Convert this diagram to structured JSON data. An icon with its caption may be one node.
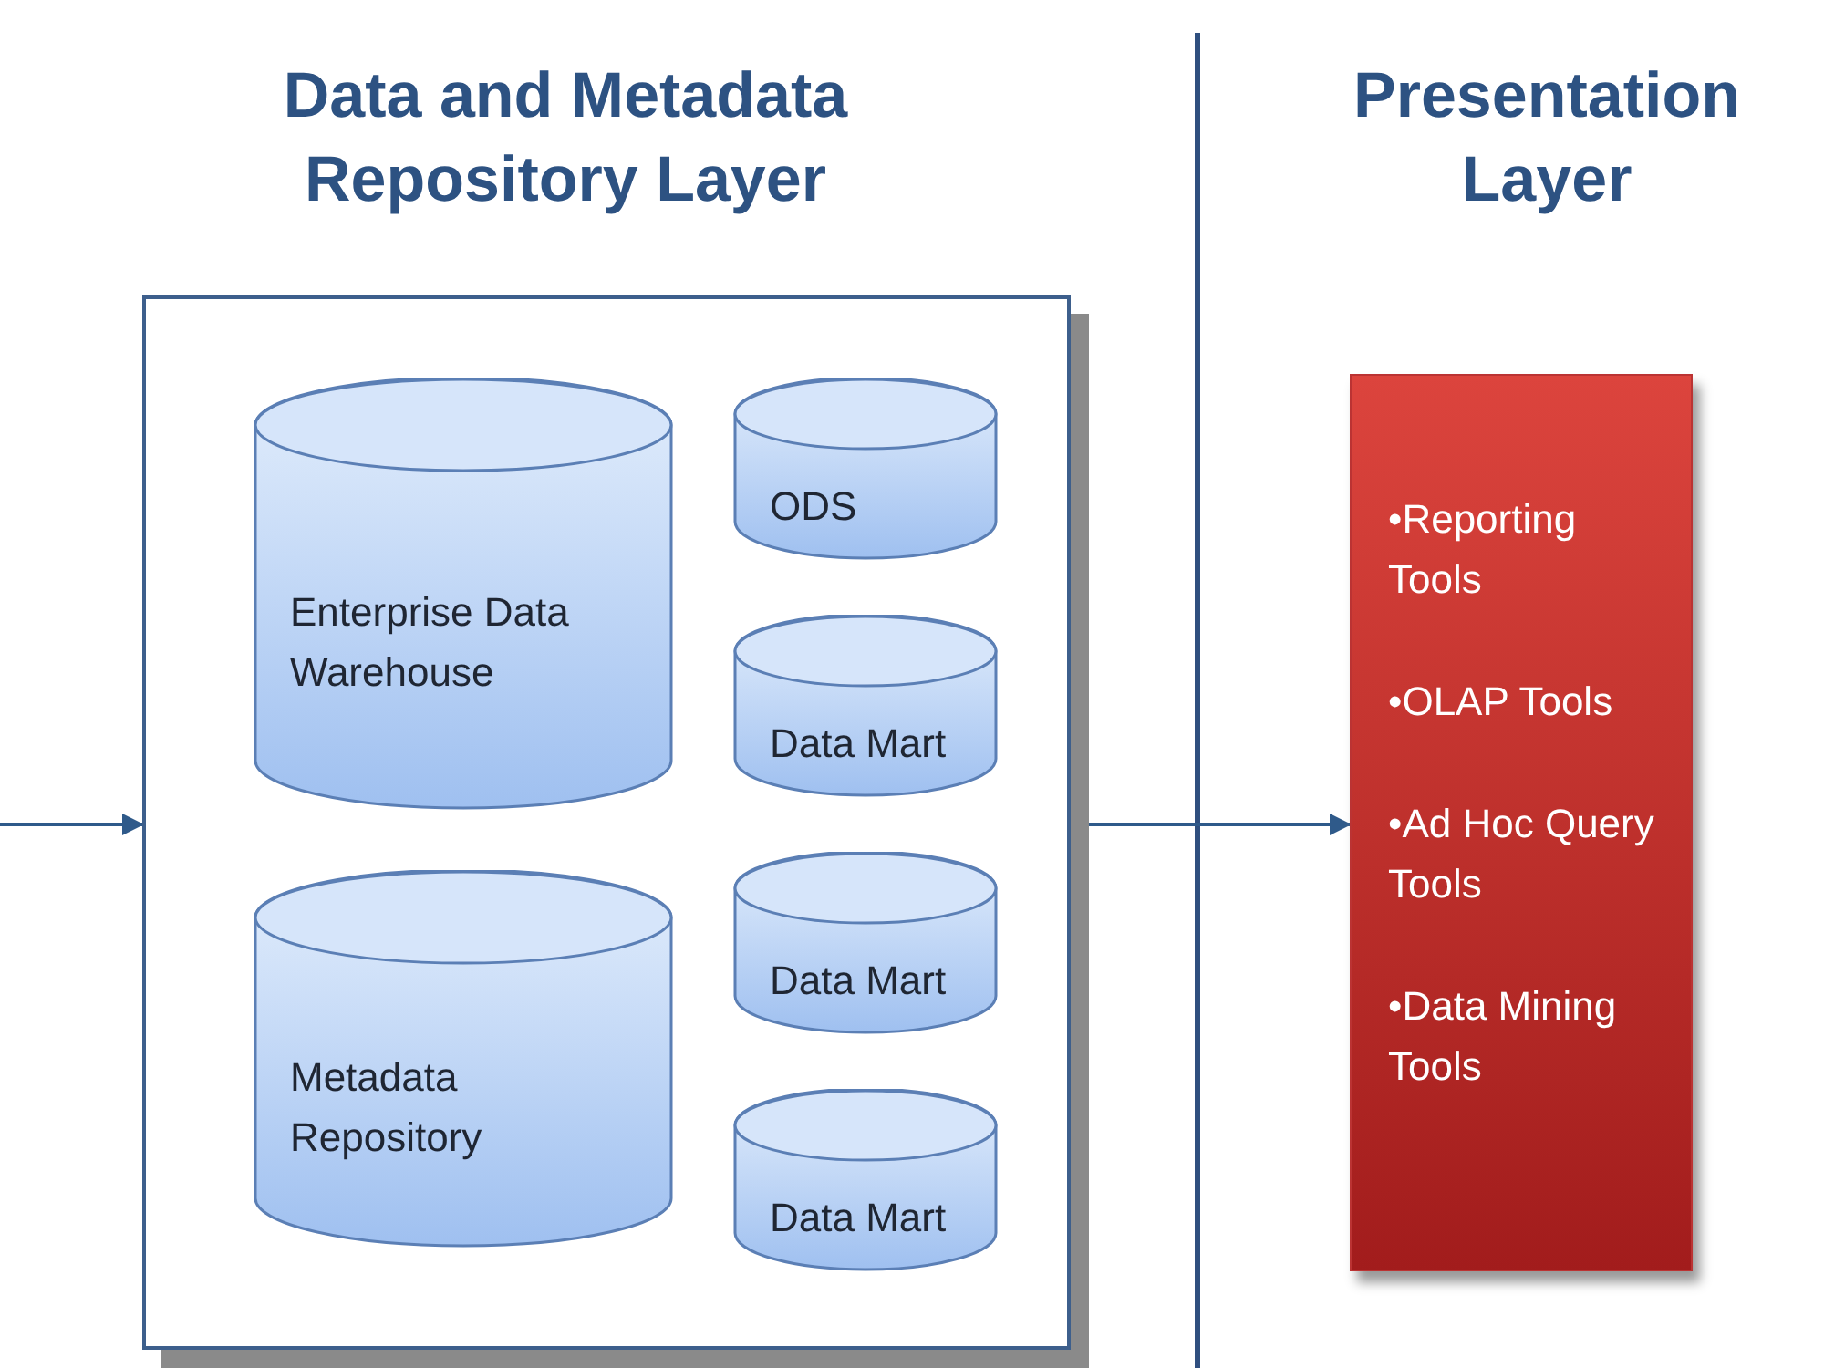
{
  "diagram": {
    "nodes": [
      {
        "text": [],
        "shape": "box"
      },
      {
        "text": [
          "Enterprise Data Warehouse"
        ],
        "in": 0
      },
      {
        "text": [
          "ODS"
        ],
        "in": 0
      },
      {
        "text": [
          "Data Mart"
        ],
        "in": 0
      },
      {
        "text": [
          "Data Mart"
        ],
        "in": 0
      },
      {
        "text": [
          "Metadata Repository"
        ],
        "in": 0
      },
      {
        "text": [
          "Data Mart"
        ],
        "in": 0
      },
      {
        "text": [
          "•Reporting Tools",
          "•OLAP Tools",
          "•Ad Hoc Query Tools",
          "•Data Mining Tools"
        ]
      }
    ],
    "edges": [
      {
        "from": null,
        "to": 0,
        "arrow": "to"
      },
      {
        "from": 0,
        "to": 7,
        "arrow": "to"
      }
    ],
    "labels": [
      "Data and Metadata Repository Layer",
      "Presentation Layer"
    ]
  }
}
